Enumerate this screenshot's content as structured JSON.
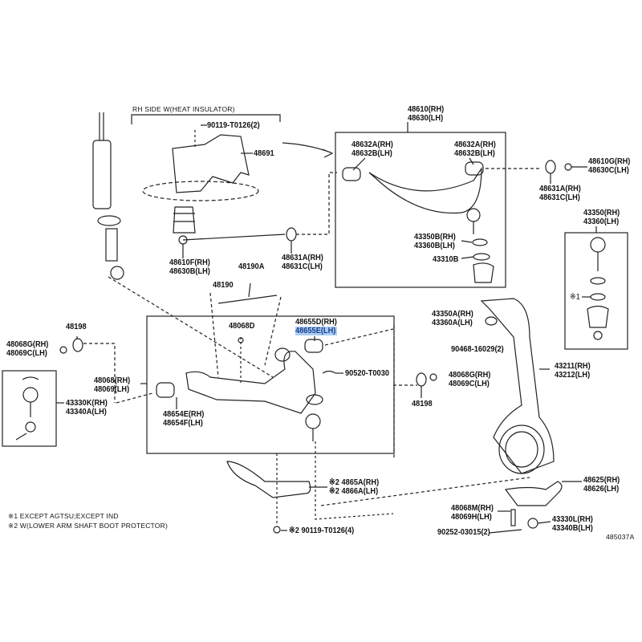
{
  "heading": "RH SIDE W(HEAT INSULATOR)",
  "labels": {
    "p90119_top": "90119-T0126(2)",
    "p48691": "48691",
    "p48610F": [
      "48610F(RH)",
      "48630B(LH)"
    ],
    "p48631A_left": [
      "48631A(RH)",
      "48631C(LH)"
    ],
    "p48190A": "48190A",
    "p48190": "48190",
    "p48610": [
      "48610(RH)",
      "48630(LH)"
    ],
    "p48632_left": [
      "48632A(RH)",
      "48632B(LH)"
    ],
    "p48632_right": [
      "48632A(RH)",
      "48632B(LH)"
    ],
    "p48610G": [
      "48610G(RH)",
      "48630C(LH)"
    ],
    "p48631A_right": [
      "48631A(RH)",
      "48631C(LH)"
    ],
    "p43350": [
      "43350(RH)",
      "43360(LH)"
    ],
    "p43350B": [
      "43350B(RH)",
      "43360B(LH)"
    ],
    "p43310B": "43310B",
    "mark1": "※1",
    "p43350A": [
      "43350A(RH)",
      "43360A(LH)"
    ],
    "p90468": "90468-16029(2)",
    "p43211": [
      "43211(RH)",
      "43212(LH)"
    ],
    "p48068G_right": [
      "48068G(RH)",
      "48069C(LH)"
    ],
    "p48198_right": "48198",
    "p48198_left": "48198",
    "p48068G_left": [
      "48068G(RH)",
      "48069C(LH)"
    ],
    "p48068": [
      "48068(RH)",
      "48069(LH)"
    ],
    "p43330K": [
      "43330K(RH)",
      "43340A(LH)"
    ],
    "p48068D": "48068D",
    "p48655": [
      "48655D(RH)",
      "48655E(LH)"
    ],
    "p90520": "90520-T0030",
    "p48654": [
      "48654E(RH)",
      "48654F(LH)"
    ],
    "p4865A": [
      "※2 4865A(RH)",
      "※2 4866A(LH)"
    ],
    "p90119_bottom": "※2 90119-T0126(4)",
    "p48625": [
      "48625(RH)",
      "48626(LH)"
    ],
    "p48068M": [
      "48068M(RH)",
      "48069H(LH)"
    ],
    "p43330L": [
      "43330L(RH)",
      "43340B(LH)"
    ],
    "p90252": "90252-03015(2)"
  },
  "footnotes": [
    "※1 EXCEPT AGTSU;EXCEPT IND",
    "※2 W(LOWER ARM SHAFT BOOT PROTECTOR)"
  ],
  "diagram_id": "485037A",
  "colors": {
    "highlight": "#a9cdf5",
    "line": "#222222"
  }
}
